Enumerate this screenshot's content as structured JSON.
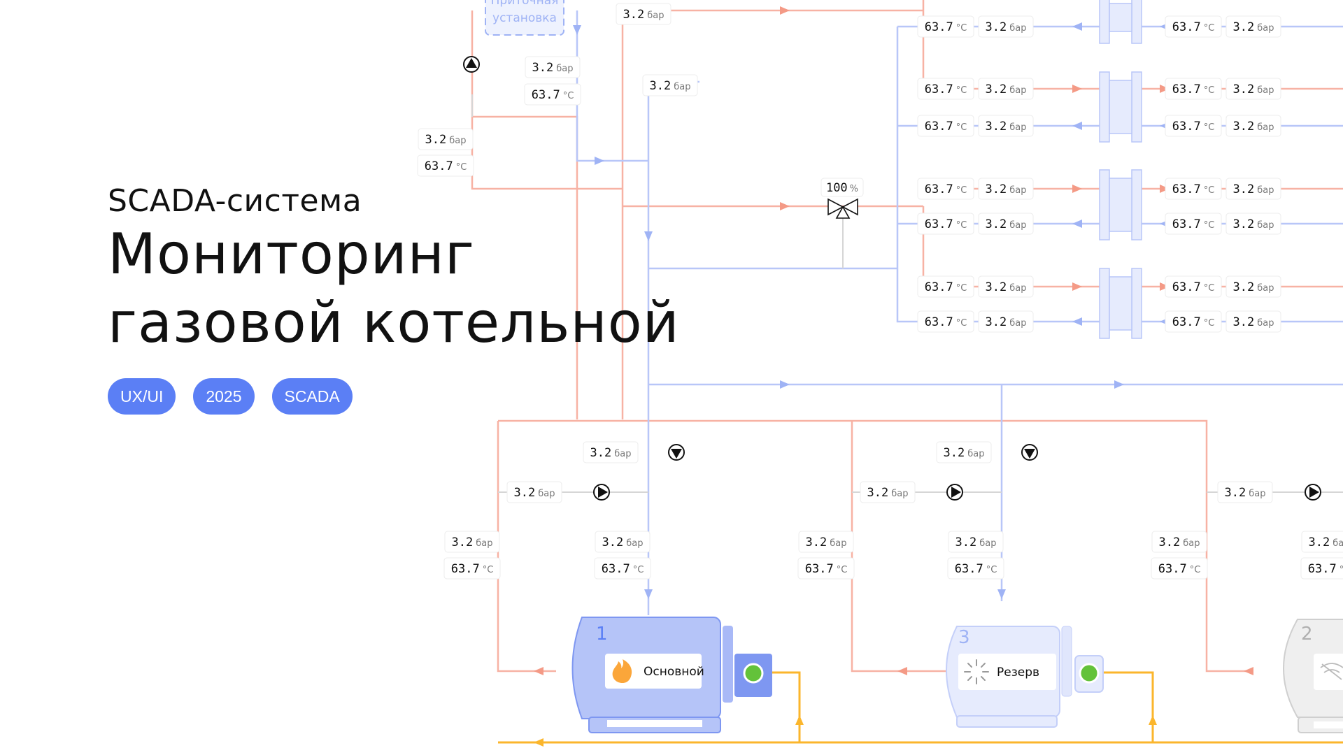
{
  "hero": {
    "subtitle": "SCADA-система",
    "title_line1": "Мониторинг",
    "title_line2": "газовой котельной"
  },
  "tags": [
    "UX/UI",
    "2025",
    "SCADA"
  ],
  "units": {
    "pressure": "бар",
    "temperature": "°C",
    "percent": "%"
  },
  "readings": {
    "pressure": "3.2",
    "temperature": "63.7",
    "valve_open": "100"
  },
  "supply_unit": {
    "label_line1": "Приточная",
    "label_line2": "установка"
  },
  "boilers": [
    {
      "number": "1",
      "mode": "Основной",
      "status": "active"
    },
    {
      "number": "3",
      "mode": "Резерв",
      "status": "reserve"
    },
    {
      "number": "2",
      "mode": "",
      "status": "offline"
    }
  ],
  "colors": {
    "hot": "#f7b2a4",
    "cold": "#b8c6f8",
    "hot_arrow": "#f49a86",
    "cold_arrow": "#9fb3f5",
    "gas": "#fbb62c",
    "accent": "#5b7ff5",
    "ok": "#63c23a",
    "neutral": "#cfcfcf"
  }
}
